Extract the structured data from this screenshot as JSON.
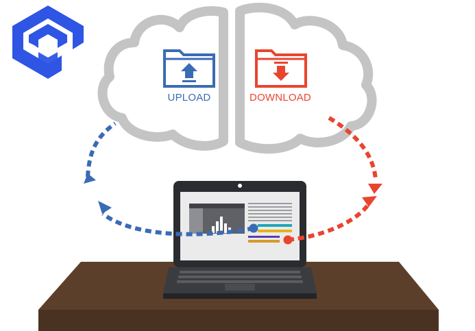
{
  "cloud": {
    "upload_label": "UPLOAD",
    "download_label": "DOWNLOAD"
  },
  "icons": {
    "logo": "hexagon-link-logo",
    "upload": "folder-upload-icon",
    "download": "folder-download-icon",
    "laptop": "laptop-icon",
    "chart": "bar-chart-icon"
  },
  "colors": {
    "upload": "#3a6bb5",
    "download": "#e8452f",
    "cloud_outline": "#c4c4c4",
    "cloud_fill": "#ffffff",
    "desk_top": "#5c3f2a",
    "desk_front": "#4a3222",
    "laptop_body": "#2a2c30",
    "logo": "#2f55e4"
  }
}
